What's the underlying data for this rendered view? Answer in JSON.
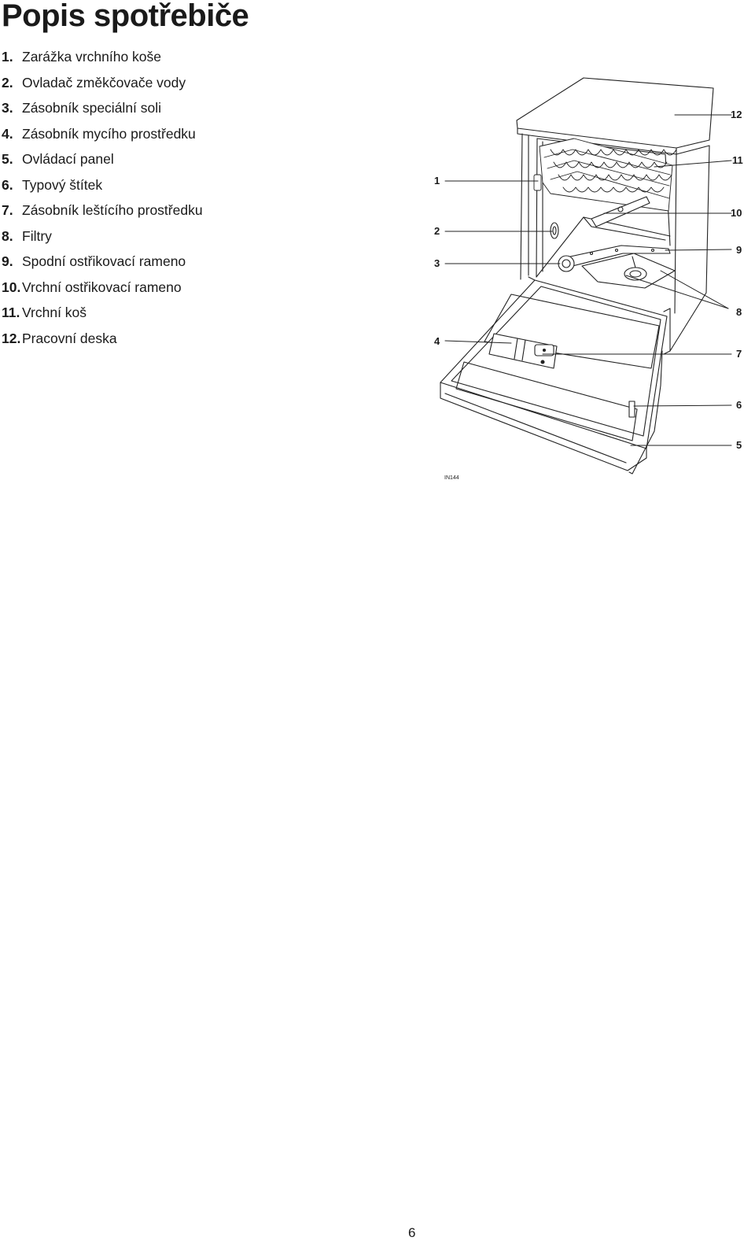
{
  "heading": "Popis spotřebiče",
  "parts": [
    {
      "num": "1.",
      "label": "Zarážka vrchního koše"
    },
    {
      "num": "2.",
      "label": "Ovladač změkčovače vody"
    },
    {
      "num": "3.",
      "label": "Zásobník speciální soli"
    },
    {
      "num": "4.",
      "label": "Zásobník mycího prostředku"
    },
    {
      "num": "5.",
      "label": "Ovládací panel"
    },
    {
      "num": "6.",
      "label": "Typový štítek"
    },
    {
      "num": "7.",
      "label": "Zásobník leštícího prostředku"
    },
    {
      "num": "8.",
      "label": "Filtry"
    },
    {
      "num": "9.",
      "label": "Spodní ostřikovací rameno"
    },
    {
      "num": "10.",
      "label": "Vrchní ostřikovací rameno"
    },
    {
      "num": "11.",
      "label": "Vrchní koš"
    },
    {
      "num": "12.",
      "label": "Pracovní deska"
    }
  ],
  "diagram": {
    "callouts": {
      "c1": "1",
      "c2": "2",
      "c3": "3",
      "c4": "4",
      "c5": "5",
      "c6": "6",
      "c7": "7",
      "c8": "8",
      "c9": "9",
      "c10": "10",
      "c11": "11",
      "c12": "12"
    },
    "figure_code": "IN144"
  },
  "page_number": "6"
}
